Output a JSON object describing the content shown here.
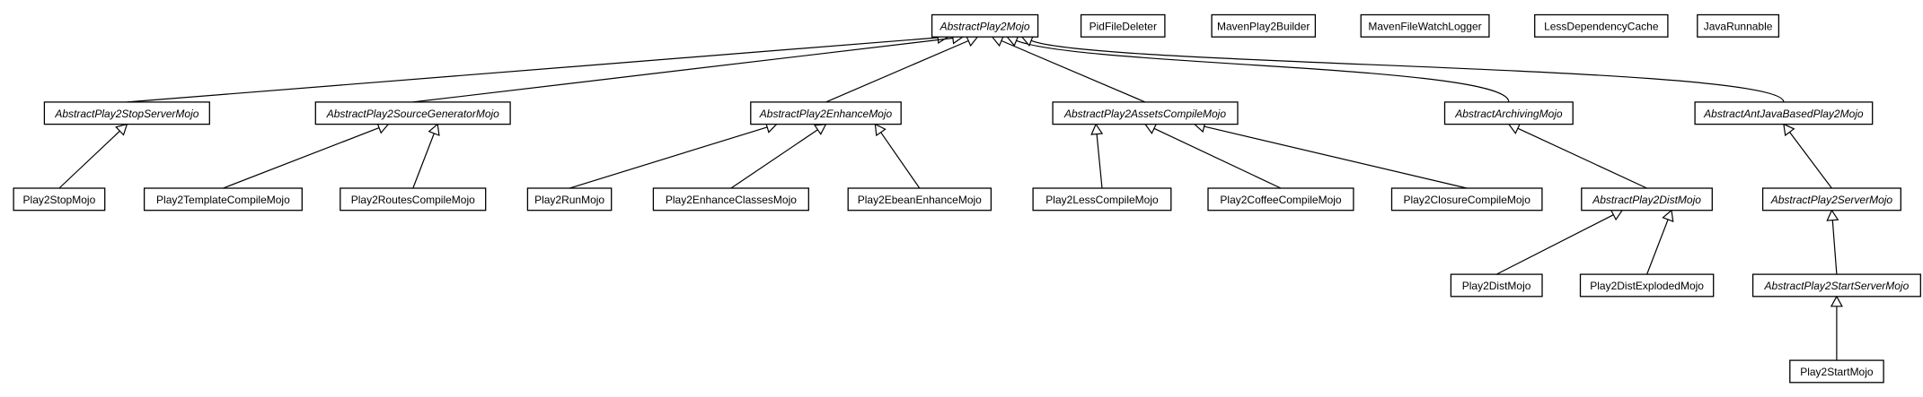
{
  "diagram": {
    "nodes": [
      {
        "id": "abstract-play2-mojo",
        "label": "AbstractPlay2Mojo",
        "abstract": true
      },
      {
        "id": "pid-file-deleter",
        "label": "PidFileDeleter",
        "abstract": false
      },
      {
        "id": "maven-play2-builder",
        "label": "MavenPlay2Builder",
        "abstract": false
      },
      {
        "id": "maven-file-watch-logger",
        "label": "MavenFileWatchLogger",
        "abstract": false
      },
      {
        "id": "less-dependency-cache",
        "label": "LessDependencyCache",
        "abstract": false
      },
      {
        "id": "java-runnable",
        "label": "JavaRunnable",
        "abstract": false
      },
      {
        "id": "abstract-play2-stop-server-mojo",
        "label": "AbstractPlay2StopServerMojo",
        "abstract": true
      },
      {
        "id": "abstract-play2-source-generator-mojo",
        "label": "AbstractPlay2SourceGeneratorMojo",
        "abstract": true
      },
      {
        "id": "abstract-play2-enhance-mojo",
        "label": "AbstractPlay2EnhanceMojo",
        "abstract": true
      },
      {
        "id": "abstract-play2-assets-compile-mojo",
        "label": "AbstractPlay2AssetsCompileMojo",
        "abstract": true
      },
      {
        "id": "abstract-archiving-mojo",
        "label": "AbstractArchivingMojo",
        "abstract": true
      },
      {
        "id": "abstract-ant-java-based-play2-mojo",
        "label": "AbstractAntJavaBasedPlay2Mojo",
        "abstract": true
      },
      {
        "id": "play2-stop-mojo",
        "label": "Play2StopMojo",
        "abstract": false
      },
      {
        "id": "play2-template-compile-mojo",
        "label": "Play2TemplateCompileMojo",
        "abstract": false
      },
      {
        "id": "play2-routes-compile-mojo",
        "label": "Play2RoutesCompileMojo",
        "abstract": false
      },
      {
        "id": "play2-run-mojo",
        "label": "Play2RunMojo",
        "abstract": false
      },
      {
        "id": "play2-enhance-classes-mojo",
        "label": "Play2EnhanceClassesMojo",
        "abstract": false
      },
      {
        "id": "play2-ebean-enhance-mojo",
        "label": "Play2EbeanEnhanceMojo",
        "abstract": false
      },
      {
        "id": "play2-less-compile-mojo",
        "label": "Play2LessCompileMojo",
        "abstract": false
      },
      {
        "id": "play2-coffee-compile-mojo",
        "label": "Play2CoffeeCompileMojo",
        "abstract": false
      },
      {
        "id": "play2-closure-compile-mojo",
        "label": "Play2ClosureCompileMojo",
        "abstract": false
      },
      {
        "id": "abstract-play2-dist-mojo",
        "label": "AbstractPlay2DistMojo",
        "abstract": true
      },
      {
        "id": "abstract-play2-server-mojo",
        "label": "AbstractPlay2ServerMojo",
        "abstract": true
      },
      {
        "id": "play2-dist-mojo",
        "label": "Play2DistMojo",
        "abstract": false
      },
      {
        "id": "play2-dist-exploded-mojo",
        "label": "Play2DistExplodedMojo",
        "abstract": false
      },
      {
        "id": "abstract-play2-start-server-mojo",
        "label": "AbstractPlay2StartServerMojo",
        "abstract": true
      },
      {
        "id": "play2-start-mojo",
        "label": "Play2StartMojo",
        "abstract": false
      }
    ],
    "edges": [
      {
        "from": "abstract-play2-stop-server-mojo",
        "to": "abstract-play2-mojo"
      },
      {
        "from": "abstract-play2-source-generator-mojo",
        "to": "abstract-play2-mojo"
      },
      {
        "from": "abstract-play2-enhance-mojo",
        "to": "abstract-play2-mojo"
      },
      {
        "from": "abstract-play2-assets-compile-mojo",
        "to": "abstract-play2-mojo"
      },
      {
        "from": "abstract-archiving-mojo",
        "to": "abstract-play2-mojo"
      },
      {
        "from": "abstract-ant-java-based-play2-mojo",
        "to": "abstract-play2-mojo"
      },
      {
        "from": "play2-stop-mojo",
        "to": "abstract-play2-stop-server-mojo"
      },
      {
        "from": "play2-template-compile-mojo",
        "to": "abstract-play2-source-generator-mojo"
      },
      {
        "from": "play2-routes-compile-mojo",
        "to": "abstract-play2-source-generator-mojo"
      },
      {
        "from": "play2-run-mojo",
        "to": "abstract-play2-enhance-mojo"
      },
      {
        "from": "play2-enhance-classes-mojo",
        "to": "abstract-play2-enhance-mojo"
      },
      {
        "from": "play2-ebean-enhance-mojo",
        "to": "abstract-play2-enhance-mojo"
      },
      {
        "from": "play2-less-compile-mojo",
        "to": "abstract-play2-assets-compile-mojo"
      },
      {
        "from": "play2-coffee-compile-mojo",
        "to": "abstract-play2-assets-compile-mojo"
      },
      {
        "from": "play2-closure-compile-mojo",
        "to": "abstract-play2-assets-compile-mojo"
      },
      {
        "from": "abstract-play2-dist-mojo",
        "to": "abstract-archiving-mojo"
      },
      {
        "from": "abstract-play2-server-mojo",
        "to": "abstract-ant-java-based-play2-mojo"
      },
      {
        "from": "play2-dist-mojo",
        "to": "abstract-play2-dist-mojo"
      },
      {
        "from": "play2-dist-exploded-mojo",
        "to": "abstract-play2-dist-mojo"
      },
      {
        "from": "abstract-play2-start-server-mojo",
        "to": "abstract-play2-server-mojo"
      },
      {
        "from": "play2-start-mojo",
        "to": "abstract-play2-start-server-mojo"
      }
    ]
  }
}
